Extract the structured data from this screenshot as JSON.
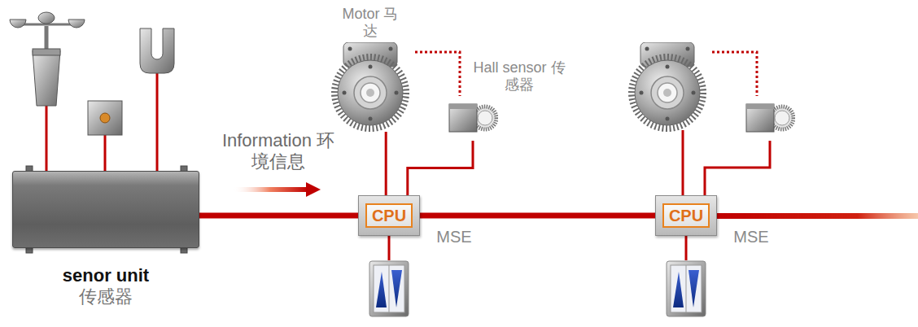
{
  "diagram": {
    "nodes": [
      {
        "text": [
          "senor unit",
          "传感器"
        ]
      },
      {
        "text": [
          "Motor 马达"
        ]
      },
      {
        "text": [
          "Hall sensor 传感器"
        ]
      },
      {
        "text": [
          "CPU"
        ]
      },
      {
        "text": [
          "CPU"
        ]
      }
    ],
    "edges": [
      {
        "from": 0,
        "to": 3,
        "arrow": "none"
      },
      {
        "from": 1,
        "to": 3,
        "arrow": "none"
      },
      {
        "from": 2,
        "to": 3,
        "arrow": "none"
      },
      {
        "from": 1,
        "to": 2,
        "arrow": "none"
      },
      {
        "from": 3,
        "to": 4,
        "arrow": "none"
      }
    ],
    "labels": [
      "Information 环境信息",
      "MSE",
      "MSE"
    ]
  }
}
